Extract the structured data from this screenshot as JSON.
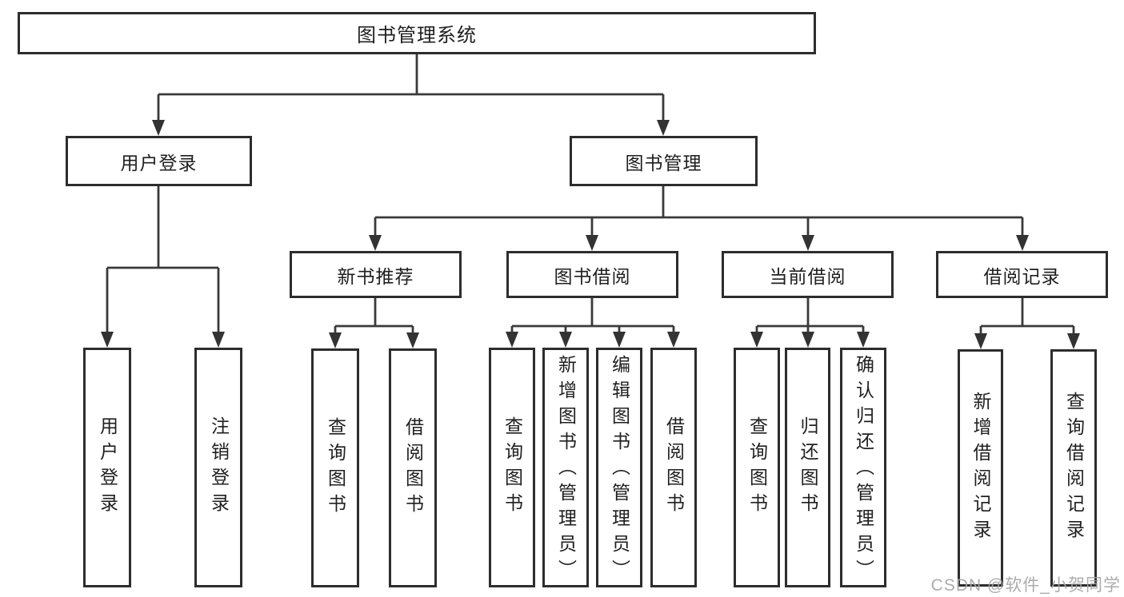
{
  "watermark": "CSDN @软件_小贺同学",
  "colors": {
    "line": "#3a3a3a",
    "box_border": "#2d2d2d",
    "text": "#1f1f1f",
    "watermark": "#a5a5a5",
    "background": "#ffffff"
  },
  "tree": {
    "label": "图书管理系统",
    "children": [
      {
        "label": "用户登录",
        "children": [
          {
            "label": "用户登录"
          },
          {
            "label": "注销登录"
          }
        ]
      },
      {
        "label": "图书管理",
        "children": [
          {
            "label": "新书推荐",
            "children": [
              {
                "label": "查询图书"
              },
              {
                "label": "借阅图书"
              }
            ]
          },
          {
            "label": "图书借阅",
            "children": [
              {
                "label": "查询图书"
              },
              {
                "label": "新增图书（管理员）"
              },
              {
                "label": "编辑图书（管理员）"
              },
              {
                "label": "借阅图书"
              }
            ]
          },
          {
            "label": "当前借阅",
            "children": [
              {
                "label": "查询图书"
              },
              {
                "label": "归还图书"
              },
              {
                "label": "确认归还（管理员）"
              }
            ]
          },
          {
            "label": "借阅记录",
            "children": [
              {
                "label": "新增借阅记录"
              },
              {
                "label": "查询借阅记录"
              }
            ]
          }
        ]
      }
    ]
  }
}
